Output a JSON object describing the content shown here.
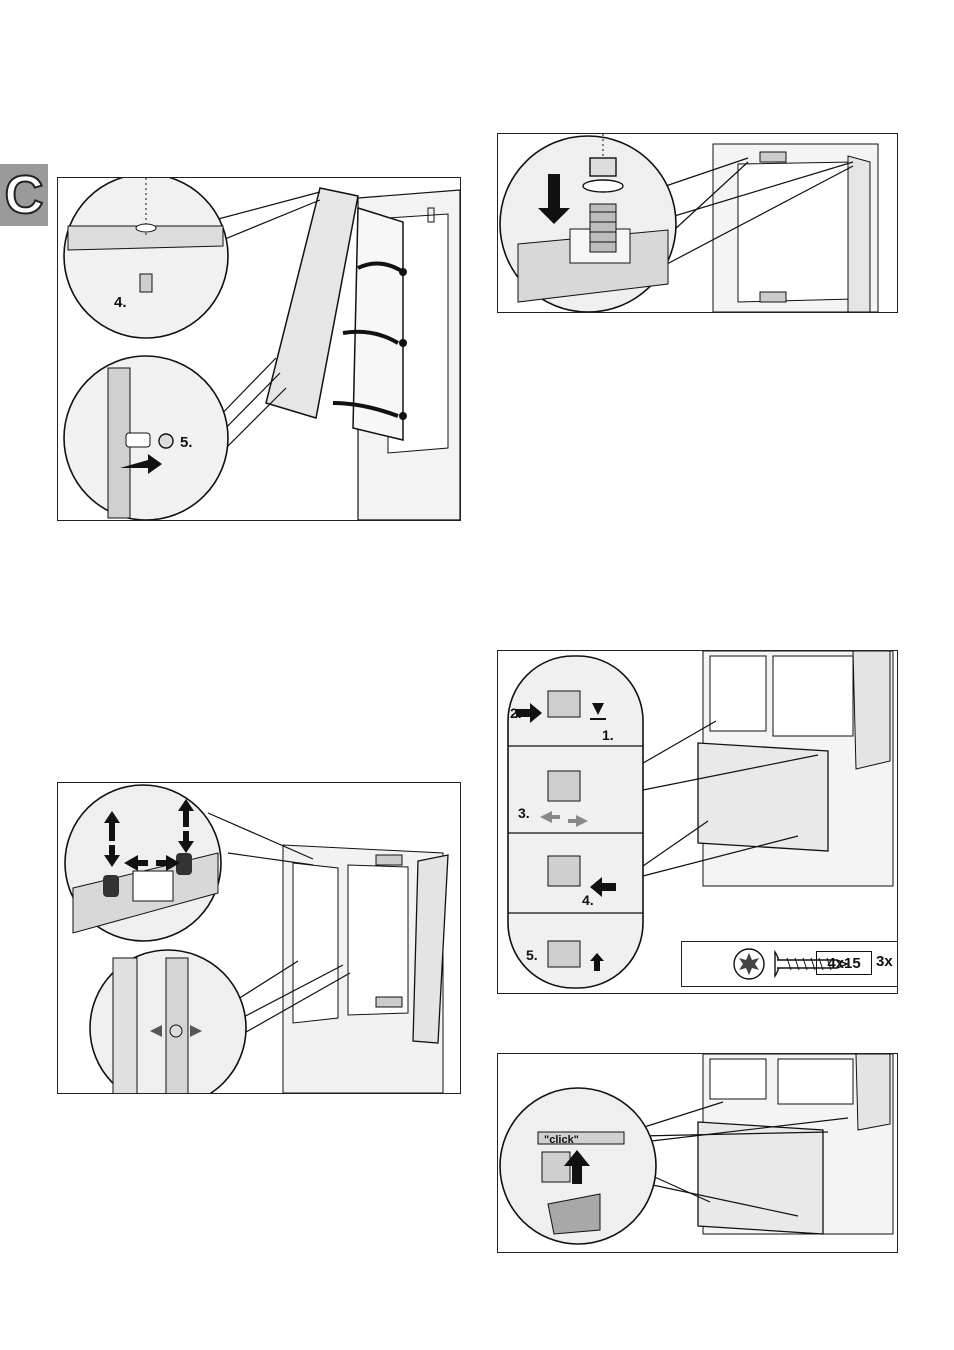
{
  "section_tab": {
    "letter": "C"
  },
  "figures": [
    {
      "id": "fig-door-panel",
      "labels": {
        "step_a": "4.",
        "step_b": "5."
      }
    },
    {
      "id": "fig-nut-washer",
      "labels": {}
    },
    {
      "id": "fig-door-adjust",
      "labels": {}
    },
    {
      "id": "fig-plinth-mount",
      "labels": {
        "step_1": "1.",
        "step_2": "2.",
        "step_3": "3.",
        "step_4": "4.",
        "step_5": "5."
      },
      "screw": {
        "size": "4x15",
        "quantity": "3x"
      }
    },
    {
      "id": "fig-plinth-click",
      "labels": {
        "click": "\"click\""
      }
    }
  ],
  "colors": {
    "line": "#111111",
    "tab": "#9a9a9a",
    "shade": "#d4d4d4",
    "light": "#ececec"
  }
}
